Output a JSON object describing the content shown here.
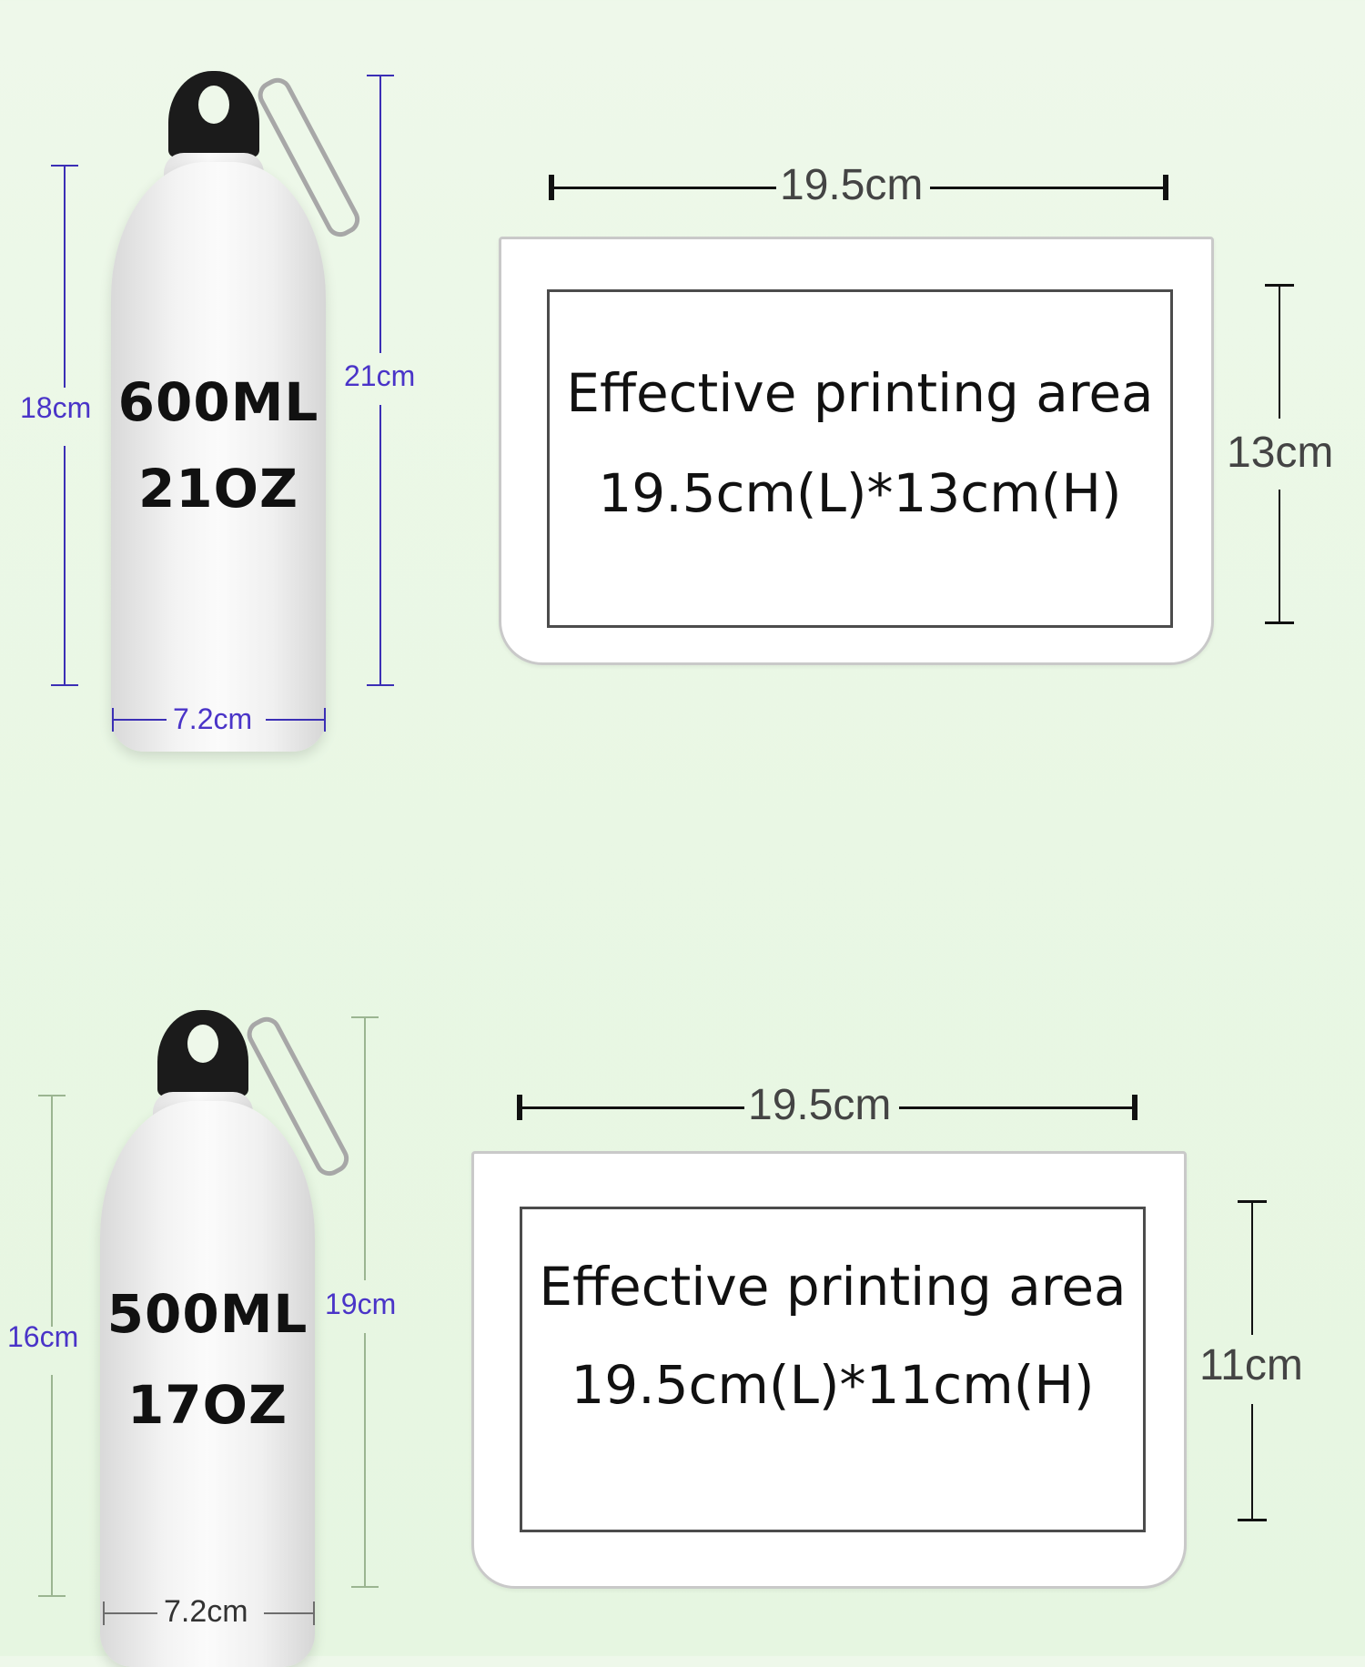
{
  "colors": {
    "background": "#eaf7e5",
    "dimension_blue": "#3b2fb5",
    "dimension_green": "#9bb591",
    "cap": "#1b1b1b",
    "bottle": "#f3f3f3"
  },
  "products": [
    {
      "volume_ml": "600ML",
      "volume_oz": "21OZ",
      "body_height": "18cm",
      "total_height": "21cm",
      "diameter": "7.2cm",
      "print_width": "19.5cm",
      "print_height": "13cm",
      "area_title": "Effective printing area",
      "area_dims": "19.5cm(L)*13cm(H)"
    },
    {
      "volume_ml": "500ML",
      "volume_oz": "17OZ",
      "body_height": "16cm",
      "total_height": "19cm",
      "diameter": "7.2cm",
      "print_width": "19.5cm",
      "print_height": "11cm",
      "area_title": "Effective printing area",
      "area_dims": "19.5cm(L)*11cm(H)"
    }
  ]
}
